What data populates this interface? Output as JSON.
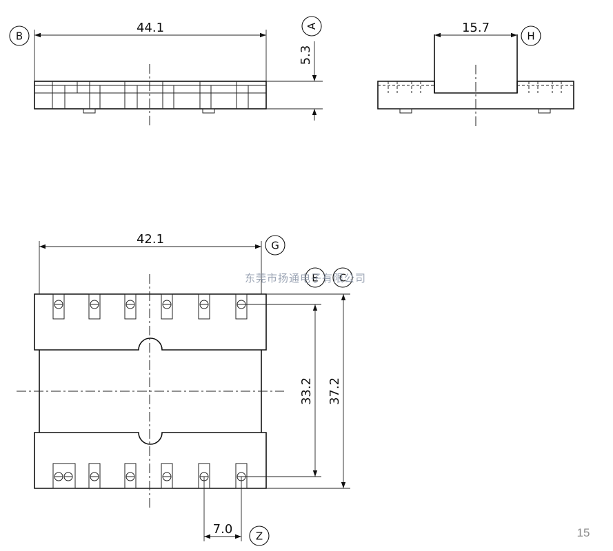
{
  "dimensions": {
    "top_width": "44.1",
    "top_height": "5.3",
    "side_width": "15.7",
    "plan_width": "42.1",
    "inner_span": "33.2",
    "outer_span": "37.2",
    "pin_pitch": "7.0"
  },
  "view_labels": {
    "a": "A",
    "b": "B",
    "g": "G",
    "h": "H",
    "e": "E",
    "c": "C",
    "z": "Z"
  },
  "watermark": "东莞市扬通电子有限公司",
  "page_number": "15"
}
